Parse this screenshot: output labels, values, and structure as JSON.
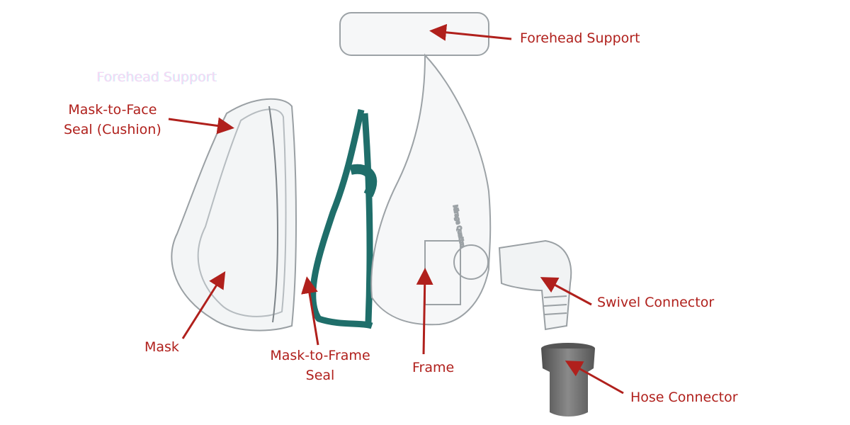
{
  "title": "CPAP Full Face Mask Components",
  "ghost_label": "Forehead Support",
  "frame_imprint": "Mirage Quattro",
  "labels": {
    "forehead_support": "Forehead Support",
    "mask_to_face_line1": "Mask-to-Face",
    "mask_to_face_line2": "Seal (Cushion)",
    "mask": "Mask",
    "mask_to_frame_line1": "Mask-to-Frame",
    "mask_to_frame_line2": "Seal",
    "frame": "Frame",
    "swivel_connector": "Swivel Connector",
    "hose_connector": "Hose Connector"
  },
  "colors": {
    "label": "#b0201c",
    "arrow": "#b0201c",
    "seal": "#1f6e6a",
    "hose": "#6b6b6b"
  }
}
